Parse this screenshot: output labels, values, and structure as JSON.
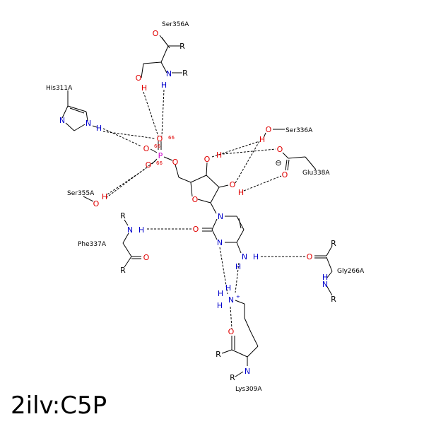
{
  "title": "2ilv:C5P",
  "colors": {
    "O": "#e00000",
    "N": "#0000cc",
    "P": "#cc00cc",
    "C": "#000000",
    "H_O": "#e00000",
    "H_N": "#0000cc",
    "charge": "#e00000"
  },
  "residues": {
    "ser356": "Ser356A",
    "his311": "His311A",
    "ser336": "Ser336A",
    "glu338": "Glu338A",
    "ser355": "Ser355A",
    "phe337": "Phe337A",
    "gly266": "Gly266A",
    "lys309": "Lys309A"
  },
  "atoms": {
    "O": "O",
    "N": "N",
    "P": "P",
    "H": "H",
    "R": "R",
    "charge_66": "66",
    "minus": "⊖",
    "plus": "+"
  }
}
